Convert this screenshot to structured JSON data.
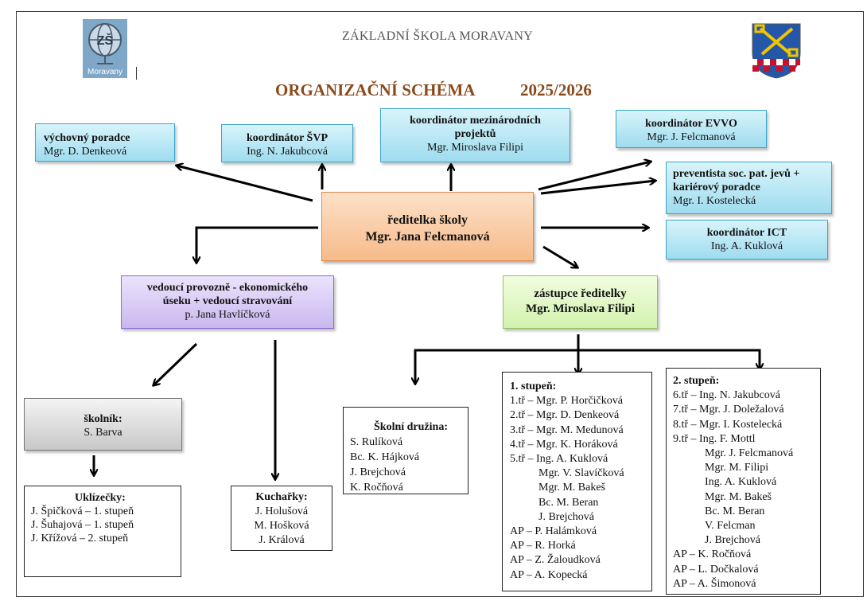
{
  "header": {
    "school_name": "ZÁKLADNÍ ŠKOLA MORAVANY",
    "title": "ORGANIZAČNÍ SCHÉMA",
    "year": "2025/2026",
    "logo_text": "Moravany",
    "logo_letters": "ZŠ"
  },
  "director": {
    "role": "ředitelka školy",
    "name": "Mgr. Jana Felcmanová"
  },
  "advisors": {
    "vychovny": {
      "role": "výchovný poradce",
      "name": "Mgr. D. Denkeová"
    },
    "svp": {
      "role": "koordinátor ŠVP",
      "name": "Ing. N. Jakubcová"
    },
    "mezinarodni": {
      "role_line1": "koordinátor mezinárodních",
      "role_line2": "projektů",
      "name": "Mgr. Miroslava Filipi"
    },
    "evvo": {
      "role": "koordinátor EVVO",
      "name": "Mgr. J. Felcmanová"
    },
    "prevence": {
      "role_line1": "preventista soc. pat. jevů +",
      "role_line2": "kariérový poradce",
      "name": "Mgr. I. Kostelecká"
    },
    "ict": {
      "role": "koordinátor ICT",
      "name": "Ing. A. Kuklová"
    }
  },
  "provoz": {
    "role_line1": "vedoucí provozně - ekonomického",
    "role_line2": "úseku + vedoucí stravování",
    "name": "p. Jana Havlíčková"
  },
  "zastupce": {
    "role": "zástupce ředitelky",
    "name": "Mgr. Miroslava Filipi"
  },
  "skolnik": {
    "role": "školník:",
    "name": "S. Barva"
  },
  "uklizecky": {
    "title": "Uklízečky:",
    "items": [
      "J. Špičková – 1. stupeň",
      "J. Šuhajová – 1. stupeň",
      "J. Křížová – 2. stupeň"
    ]
  },
  "kucharky": {
    "title": "Kuchařky:",
    "items": [
      "J. Holušová",
      "M. Hošková",
      "J. Králová"
    ]
  },
  "druzina": {
    "title": "Školní družina:",
    "items": [
      "S. Rulíková",
      "Bc. K. Hájková",
      "J. Brejchová",
      "K. Ročňová"
    ]
  },
  "stupen1": {
    "title": "1. stupeň:",
    "items": [
      "1.tř – Mgr. P. Horčičková",
      "2.tř – Mgr. D. Denkeová",
      "3.tř – Mgr. M. Medunová",
      "4.tř – Mgr. K. Horáková",
      "5.tř – Ing. A. Kuklová"
    ],
    "others": [
      "Mgr. V. Slavíčková",
      "Mgr. M. Bakeš",
      "Bc. M. Beran",
      "J. Brejchová"
    ],
    "ap": [
      "AP – P. Halámková",
      "AP – R. Horká",
      "AP – Z. Žaloudková",
      "AP – A. Kopecká"
    ]
  },
  "stupen2": {
    "title": "2. stupeň:",
    "items": [
      "6.tř – Ing. N. Jakubcová",
      "7.tř – Mgr. J. Doležalová",
      "8.tř – Mgr. I. Kostelecká",
      "9.tř – Ing. F. Mottl"
    ],
    "others": [
      "Mgr. J. Felcmanová",
      "Mgr. M. Filipi",
      "Ing. A. Kuklová",
      "Mgr. M. Bakeš",
      "Bc. M. Beran",
      "V. Felcman",
      "J. Brejchová"
    ],
    "ap": [
      "AP – K. Ročňová",
      "AP – L. Dočkalová",
      "AP – A. Šimonová"
    ]
  }
}
